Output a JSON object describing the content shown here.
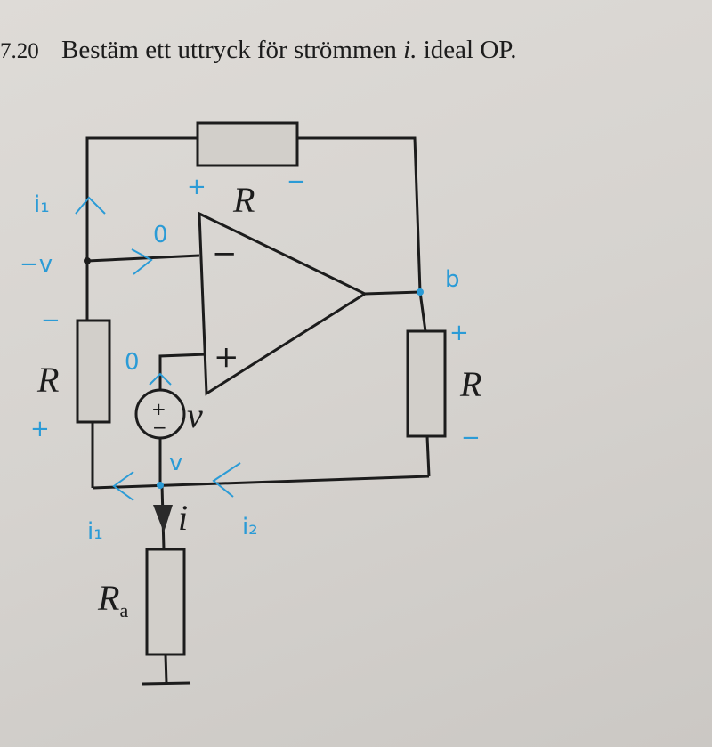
{
  "problem": {
    "number": "7.20",
    "text": "Bestäm ett uttryck för strömmen",
    "current_symbol": "i.",
    "suffix": "ideal OP."
  },
  "circuit": {
    "labels": {
      "r_top": "R",
      "r_left": "R",
      "r_right": "R",
      "source_voltage": "v",
      "current": "i",
      "ra": "R",
      "ra_sub": "a",
      "opamp_minus": "−",
      "opamp_plus": "+",
      "source_plus": "+",
      "source_minus": "−"
    }
  },
  "annotations": {
    "i1_top": "i₁",
    "minus_v": "−v",
    "zero_minus": "0",
    "zero_plus": "0",
    "r_top_plus": "+",
    "r_top_minus": "−",
    "r_left_minus": "−",
    "r_left_plus": "+",
    "r_right_plus": "+",
    "r_right_minus": "−",
    "b_node": "b",
    "v_node": "v",
    "i1_bottom": "i₁",
    "i2_bottom": "i₂"
  },
  "colors": {
    "ink": "#1c1c1c",
    "pen": "#2b9bd6",
    "resistor_fill": "#d2cfca"
  }
}
